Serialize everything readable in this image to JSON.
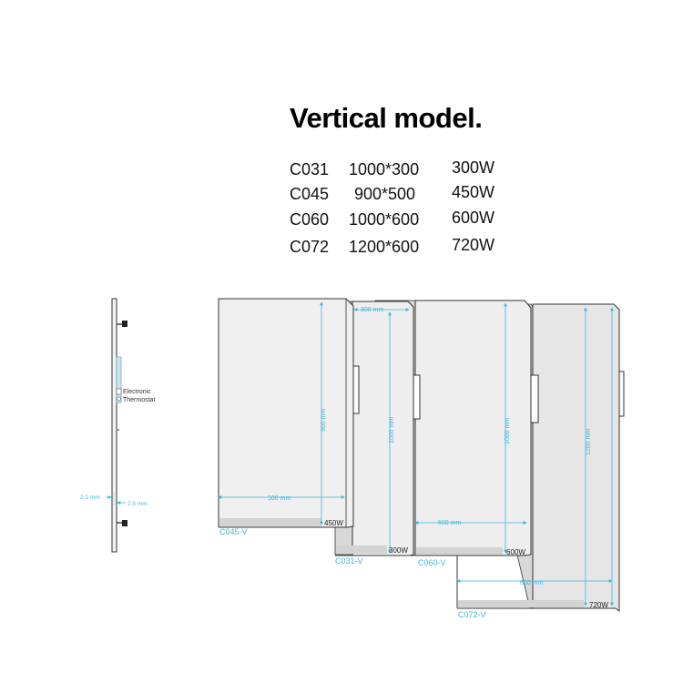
{
  "header": {
    "title": "Vertical model."
  },
  "specs": [
    {
      "model": "C031",
      "size": "1000*300",
      "power": "300W"
    },
    {
      "model": "C045",
      "size": "900*500",
      "power": "450W"
    },
    {
      "model": "C060",
      "size": "1000*600",
      "power": "600W"
    },
    {
      "model": "C072",
      "size": "1200*600",
      "power": "720W"
    }
  ],
  "side_view": {
    "thermostat_line1": "Electronic",
    "thermostat_line2": "Thermostat",
    "dim_left": "2.1 mm",
    "dim_right": "2.5 mm"
  },
  "panels": {
    "c045": {
      "label": "C045-V",
      "watt": "450W",
      "width_dim": "500 mm",
      "height_dim": "900 mm"
    },
    "c031": {
      "label": "C031-V",
      "watt": "300W",
      "width_dim": "300 mm",
      "height_dim": "1000 mm"
    },
    "c060": {
      "label": "C060-V",
      "watt": "600W",
      "width_dim": "600 mm",
      "height_dim": "1000 mm"
    },
    "c072": {
      "label": "C072-V",
      "watt": "720W",
      "width_dim": "600 mm",
      "height_dim": "1200 mm"
    }
  },
  "colors": {
    "panel_fill": "#eeeeee",
    "panel_edge": "#333333",
    "dimension_line": "#3fb8d8",
    "footer_strip": "#d3d3d3"
  }
}
